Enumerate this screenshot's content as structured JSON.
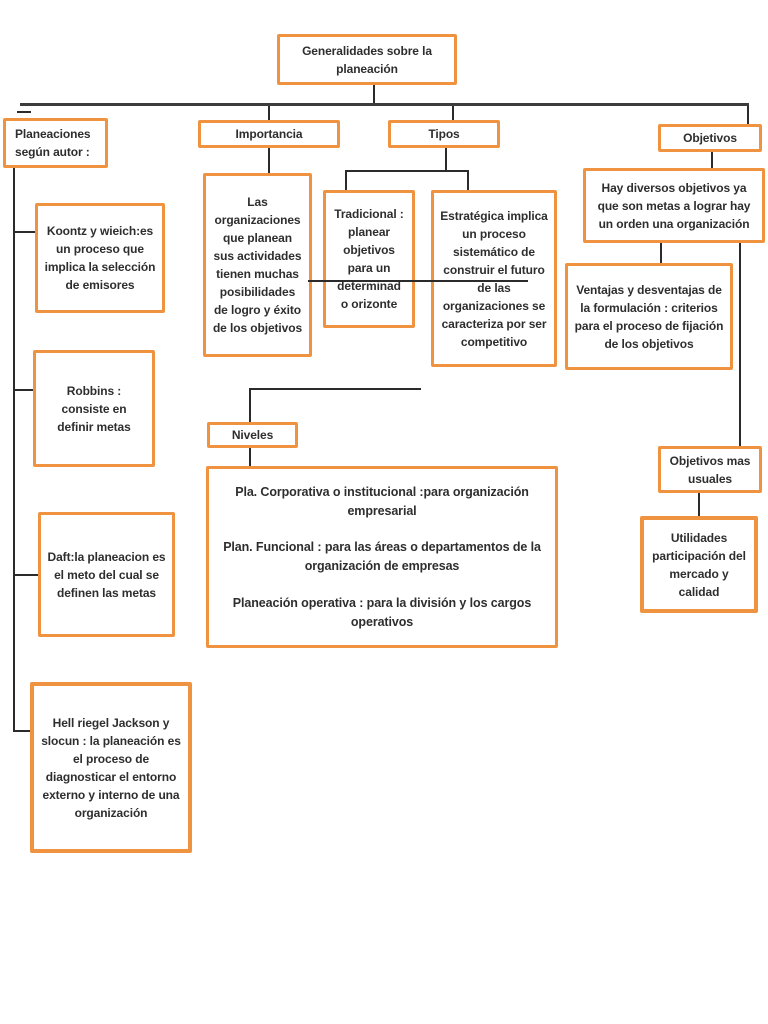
{
  "palette": {
    "box_border_orange": "#ef9340",
    "text_color": "#2e2e2e",
    "connector_color": "#2b2b2b"
  },
  "nodes": {
    "main": "Generalidades sobre la planeación",
    "planeaciones": "Planeaciones según autor :",
    "koontz": "Koontz y wieich:es un proceso que implica la selección de emisores",
    "robbins": "Robbins : consiste en definir metas",
    "daft": "Daft:la planeacion es el meto del cual se definen las metas",
    "hellriegel": "Hell riegel Jackson y slocun : la planeación es el proceso de diagnosticar el entorno externo y interno de una organización",
    "importancia": "Importancia",
    "las_organizaciones": "Las organizaciones que planean sus actividades tienen muchas posibilidades de logro y éxito de los objetivos",
    "tipos": "Tipos",
    "tradicional": "Tradicional : planear objetivos para un determinad o orizonte",
    "estrategica": "Estratégica implica un proceso sistemático de construir el futuro de las organizaciones se caracteriza por ser competitivo",
    "objetivos": "Objetivos",
    "hay_diversos": "Hay diversos objetivos ya que son metas a lograr hay un orden una organización",
    "ventajas": "Ventajas y desventajas de la formulación : criterios para el proceso de fijación de los objetivos",
    "niveles": "Niveles",
    "niveles_detail": {
      "lines": [
        "Pla. Corporativa o institucional :para organización empresarial",
        "Plan. Funcional : para las áreas o departamentos de la organización de empresas",
        "Planeación operativa : para la división y los cargos operativos"
      ]
    },
    "objetivos_usuales": "Objetivos mas usuales",
    "utilidades": "Utilidades participación del mercado y calidad"
  }
}
